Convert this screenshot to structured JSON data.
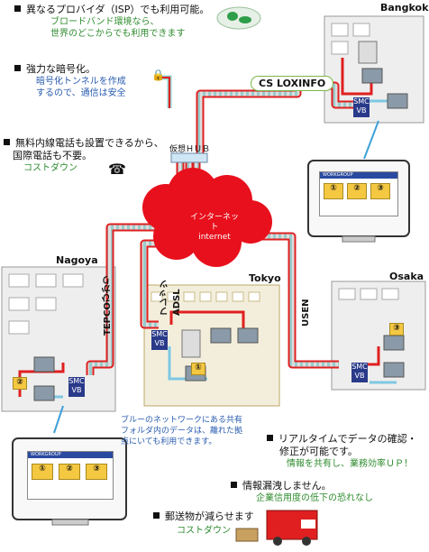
{
  "bullets": {
    "isp": {
      "title": "異なるプロバイダ（ISP）でも利用可能。",
      "sub1": "ブロードバンド環境なら、",
      "sub2": "世界のどこからでも利用できます"
    },
    "crypto": {
      "title": "強力な暗号化。",
      "sub1": "暗号化トンネルを作成",
      "sub2": "するので、通信は安全"
    },
    "phone": {
      "title1": "無料内線電話も設置できるから、",
      "title2": "国際電話も不要。",
      "sub": "コストダウン"
    },
    "realtime": {
      "title1": "リアルタイムでデータの確認・",
      "title2": "修正が可能です。",
      "sub": "情報を共有し、業務効率ＵＰ！"
    },
    "leak": {
      "title": "情報漏洩しません。",
      "sub": "企業信用度の低下の恐れなし"
    },
    "mail": {
      "title": "郵送物が減らせます",
      "sub": "コストダウン"
    }
  },
  "cities": {
    "bangkok": "Bangkok",
    "nagoya": "Nagoya",
    "tokyo": "Tokyo",
    "osaka": "Osaka"
  },
  "links": {
    "cs": "CS LOXINFO",
    "tepco": "TEPCOひかり",
    "flets": "フレッツADSL",
    "usen": "USEN"
  },
  "hub": "仮想ＨＵＢ",
  "internet": {
    "jp": "インターネット",
    "en": "internet"
  },
  "vpn": {
    "l1": "SMC",
    "l2": "VB"
  },
  "workgroup": "WORKGROUP",
  "folders": [
    "①",
    "②",
    "③"
  ],
  "caption": {
    "l1": "ブルーのネットワークにある共有",
    "l2": "フォルダ内のデータは、離れた拠",
    "l3": "点にいても利用できます。"
  },
  "colors": {
    "tunnel_red": "#e02020",
    "lan_blue": "#7ec8e3",
    "cloud": "#e8101c",
    "sub_green": "#2e8b2e",
    "caption_blue": "#2a5db0",
    "folder": "#f5c842"
  }
}
